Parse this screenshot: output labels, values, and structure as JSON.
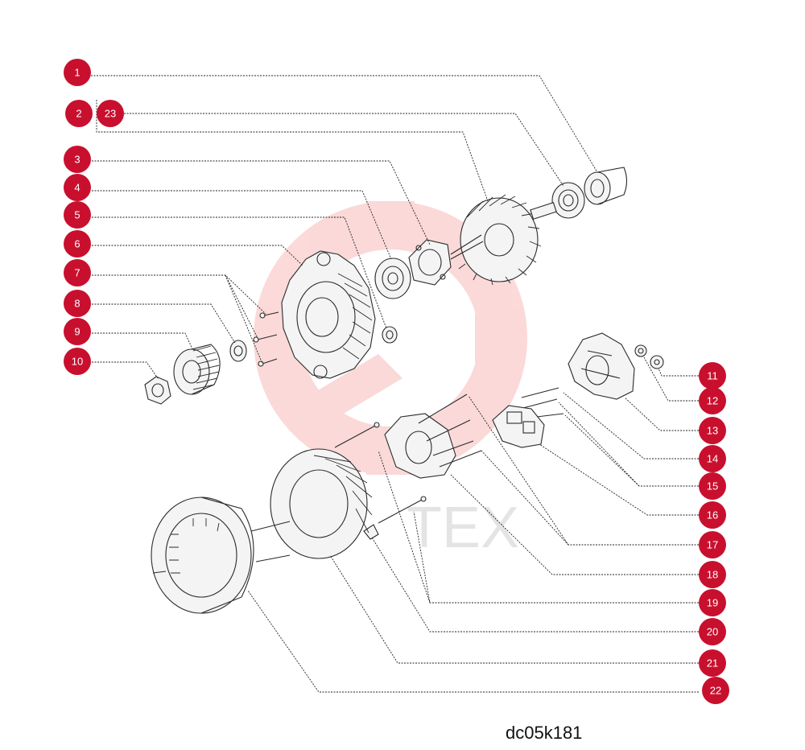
{
  "watermark": {
    "text": "TEX",
    "color": "#e8312f"
  },
  "diagram_code": "dc05k181",
  "callout_color": "#c8102e",
  "callouts": [
    {
      "label": "1"
    },
    {
      "label": "2"
    },
    {
      "label": "23"
    },
    {
      "label": "3"
    },
    {
      "label": "4"
    },
    {
      "label": "5"
    },
    {
      "label": "6"
    },
    {
      "label": "7"
    },
    {
      "label": "8"
    },
    {
      "label": "9"
    },
    {
      "label": "10"
    },
    {
      "label": "11"
    },
    {
      "label": "12"
    },
    {
      "label": "13"
    },
    {
      "label": "14"
    },
    {
      "label": "15"
    },
    {
      "label": "16"
    },
    {
      "label": "17"
    },
    {
      "label": "18"
    },
    {
      "label": "19"
    },
    {
      "label": "20"
    },
    {
      "label": "21"
    },
    {
      "label": "22"
    }
  ]
}
